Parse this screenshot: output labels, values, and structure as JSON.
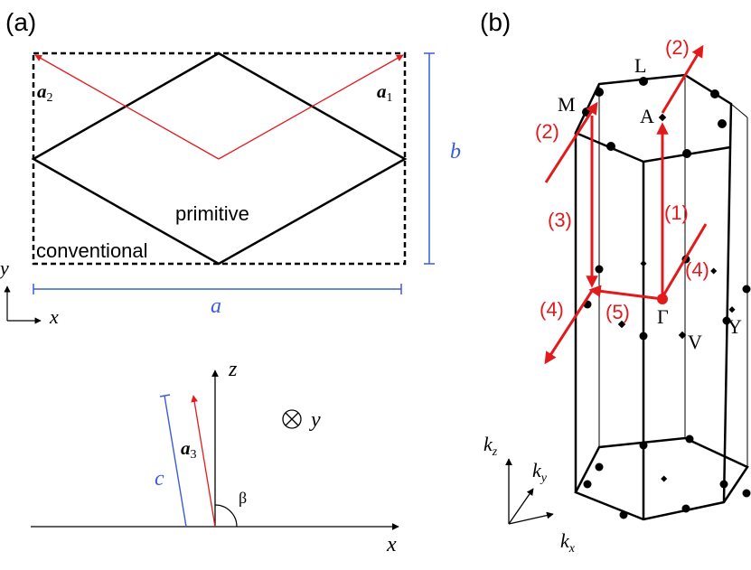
{
  "panel_a": {
    "label": "(a)",
    "vec_a1": "a",
    "vec_a1_sub": "1",
    "vec_a2": "a",
    "vec_a2_sub": "2",
    "vec_a3": "a",
    "vec_a3_sub": "3",
    "primitive": "primitive",
    "conventional": "conventional",
    "dim_a": "a",
    "dim_b": "b",
    "dim_c": "c",
    "axis_x": "x",
    "axis_y": "y",
    "axis_z": "z",
    "axis_x2": "x",
    "axis_y_into": "y",
    "angle_beta": "β"
  },
  "panel_b": {
    "label": "(b)",
    "points": {
      "L": "L",
      "M": "M",
      "A": "A",
      "Gamma": "Γ",
      "V": "V",
      "Y": "Y"
    },
    "paths": [
      "(1)",
      "(2)",
      "(2)",
      "(3)",
      "(4)",
      "(4)",
      "(5)"
    ],
    "k_z": "k",
    "k_z_sub": "z",
    "k_y": "k",
    "k_y_sub": "y",
    "k_x": "k",
    "k_x_sub": "x"
  },
  "colors": {
    "red": "#e31a1c",
    "blue": "#3b5bdb",
    "black": "#000000"
  }
}
